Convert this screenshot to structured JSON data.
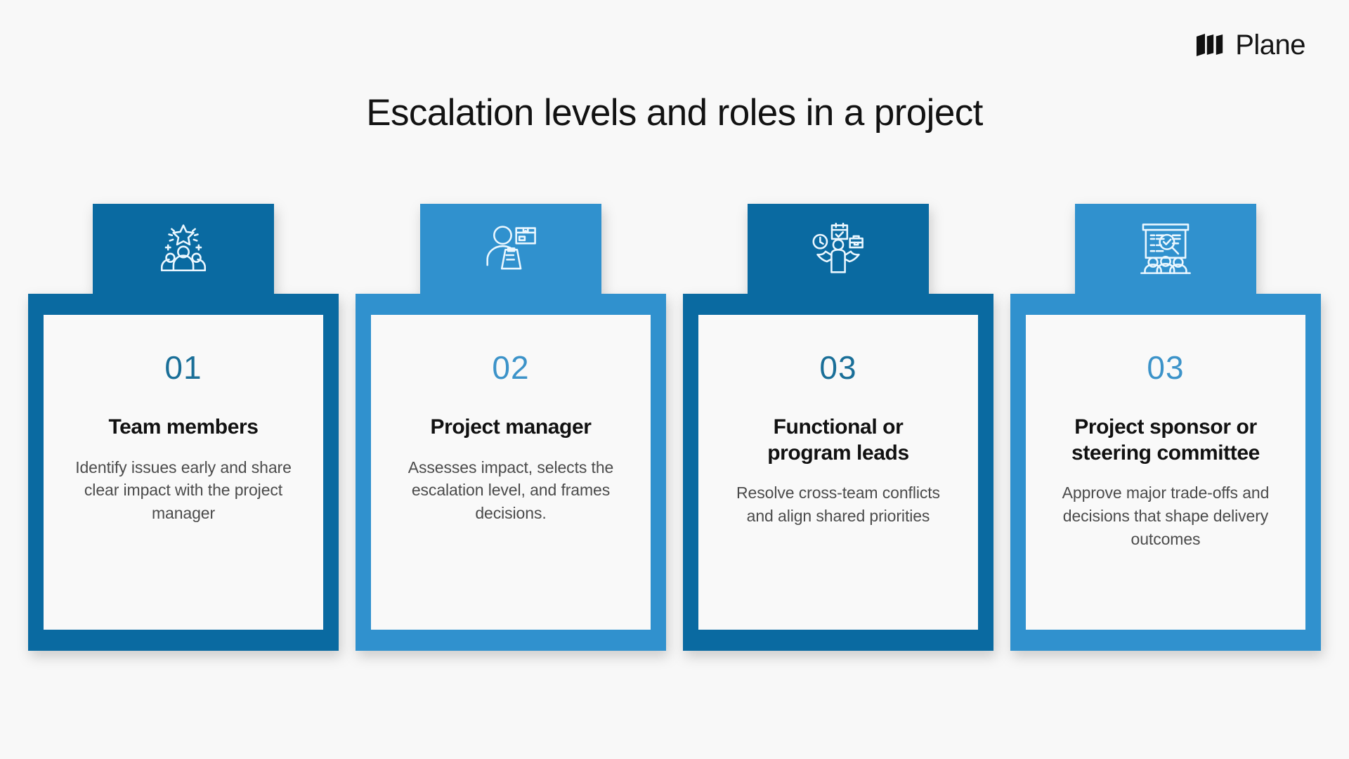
{
  "brand": {
    "name": "Plane",
    "mark_icon": "plane-logo-icon"
  },
  "page": {
    "title": "Escalation levels and roles in a project",
    "background_color": "#f8f8f8",
    "title_color": "#121212"
  },
  "colors": {
    "dark_blue": "#0a6aa1",
    "light_blue": "#3091ce",
    "panel": "#f9f9f9",
    "number_dark": "#1a6f98",
    "number_light": "#3c93c9",
    "heading": "#111111",
    "body": "#4b4b4b"
  },
  "cards": [
    {
      "number": "01",
      "heading": "Team members",
      "body": "Identify issues early and share clear impact with the project manager",
      "accent": "#0a6aa1",
      "number_color": "#1a6f98",
      "icon": "team-with-star-icon"
    },
    {
      "number": "02",
      "heading": "Project manager",
      "body": "Assesses impact, selects the escalation level, and frames decisions.",
      "accent": "#3091ce",
      "number_color": "#3c93c9",
      "icon": "person-with-clipboard-and-box-icon"
    },
    {
      "number": "03",
      "heading": "Functional or program leads",
      "body": "Resolve cross-team conflicts and align shared priorities",
      "accent": "#0a6aa1",
      "number_color": "#1a6f98",
      "icon": "person-balancing-clock-calendar-briefcase-icon"
    },
    {
      "number": "03",
      "heading": "Project sponsor or steering committee",
      "body": "Approve major trade-offs and decisions that shape delivery outcomes",
      "accent": "#3091ce",
      "number_color": "#3c93c9",
      "icon": "presentation-review-with-audience-icon"
    }
  ]
}
